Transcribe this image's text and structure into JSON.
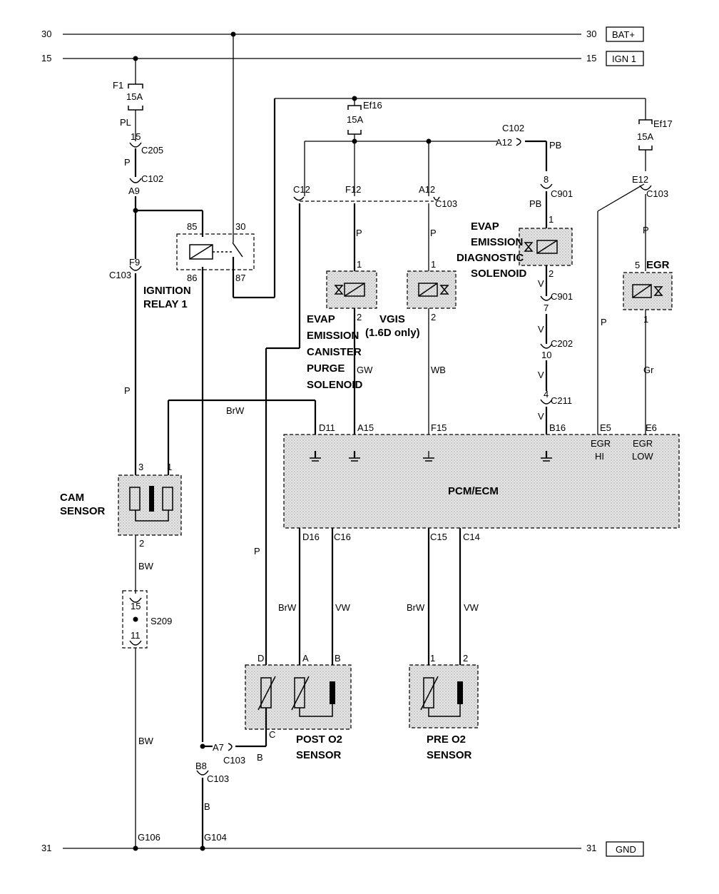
{
  "rails": {
    "bat_left": "30",
    "bat_right": "30",
    "bat_label": "BAT+",
    "ign_left": "15",
    "ign_right": "15",
    "ign_label": "IGN 1",
    "gnd_left": "31",
    "gnd_right": "31",
    "gnd_label": "GND"
  },
  "fuses": {
    "f1": "F1",
    "f1_rating": "15A",
    "ef16": "Ef16",
    "ef16_rating": "15A",
    "ef17": "Ef17",
    "ef17_rating": "15A"
  },
  "wire_colors": {
    "pl": "PL",
    "p": "P",
    "pb": "PB",
    "v": "V",
    "gw": "GW",
    "wb": "WB",
    "gr": "Gr",
    "brw": "BrW",
    "bw": "BW",
    "vw": "VW",
    "b": "B"
  },
  "connectors": {
    "c205": "C205",
    "c102": "C102",
    "c103": "C103",
    "c901": "C901",
    "c202": "C202",
    "c211": "C211",
    "s209": "S209",
    "g106": "G106",
    "g104": "G104"
  },
  "pins": {
    "p15": "15",
    "a9": "A9",
    "f9": "F9",
    "a12": "A12",
    "c12": "C12",
    "f12": "F12",
    "e12": "E12",
    "p8": "8",
    "p1": "1",
    "p2": "2",
    "p5": "5",
    "p7": "7",
    "p10": "10",
    "p4": "4",
    "p3": "3",
    "p11": "11",
    "r85": "85",
    "r86": "86",
    "r30": "30",
    "r87": "87",
    "d11": "D11",
    "a15": "A15",
    "f15": "F15",
    "b16": "B16",
    "e5": "E5",
    "e6": "E6",
    "d16": "D16",
    "c16": "C16",
    "c15": "C15",
    "c14": "C14",
    "a7": "A7",
    "b8": "B8",
    "d": "D",
    "a": "A",
    "bpin": "B",
    "c": "C"
  },
  "components": {
    "ignition_relay_l1": "IGNITION",
    "ignition_relay_l2": "RELAY 1",
    "evap_purge_l1": "EVAP",
    "evap_purge_l2": "EMISSION",
    "evap_purge_l3": "CANISTER",
    "evap_purge_l4": "PURGE",
    "evap_purge_l5": "SOLENOID",
    "vgis_l1": "VGIS",
    "vgis_l2": "(1.6D only)",
    "evap_diag_l1": "EVAP",
    "evap_diag_l2": "EMISSION",
    "evap_diag_l3": "DIAGNOSTIC",
    "evap_diag_l4": "SOLENOID",
    "egr": "EGR",
    "egr_hi_l1": "EGR",
    "egr_hi_l2": "HI",
    "egr_low_l1": "EGR",
    "egr_low_l2": "LOW",
    "cam_l1": "CAM",
    "cam_l2": "SENSOR",
    "pcm": "PCM/ECM",
    "post_o2_l1": "POST O2",
    "post_o2_l2": "SENSOR",
    "pre_o2_l1": "PRE O2",
    "pre_o2_l2": "SENSOR"
  }
}
